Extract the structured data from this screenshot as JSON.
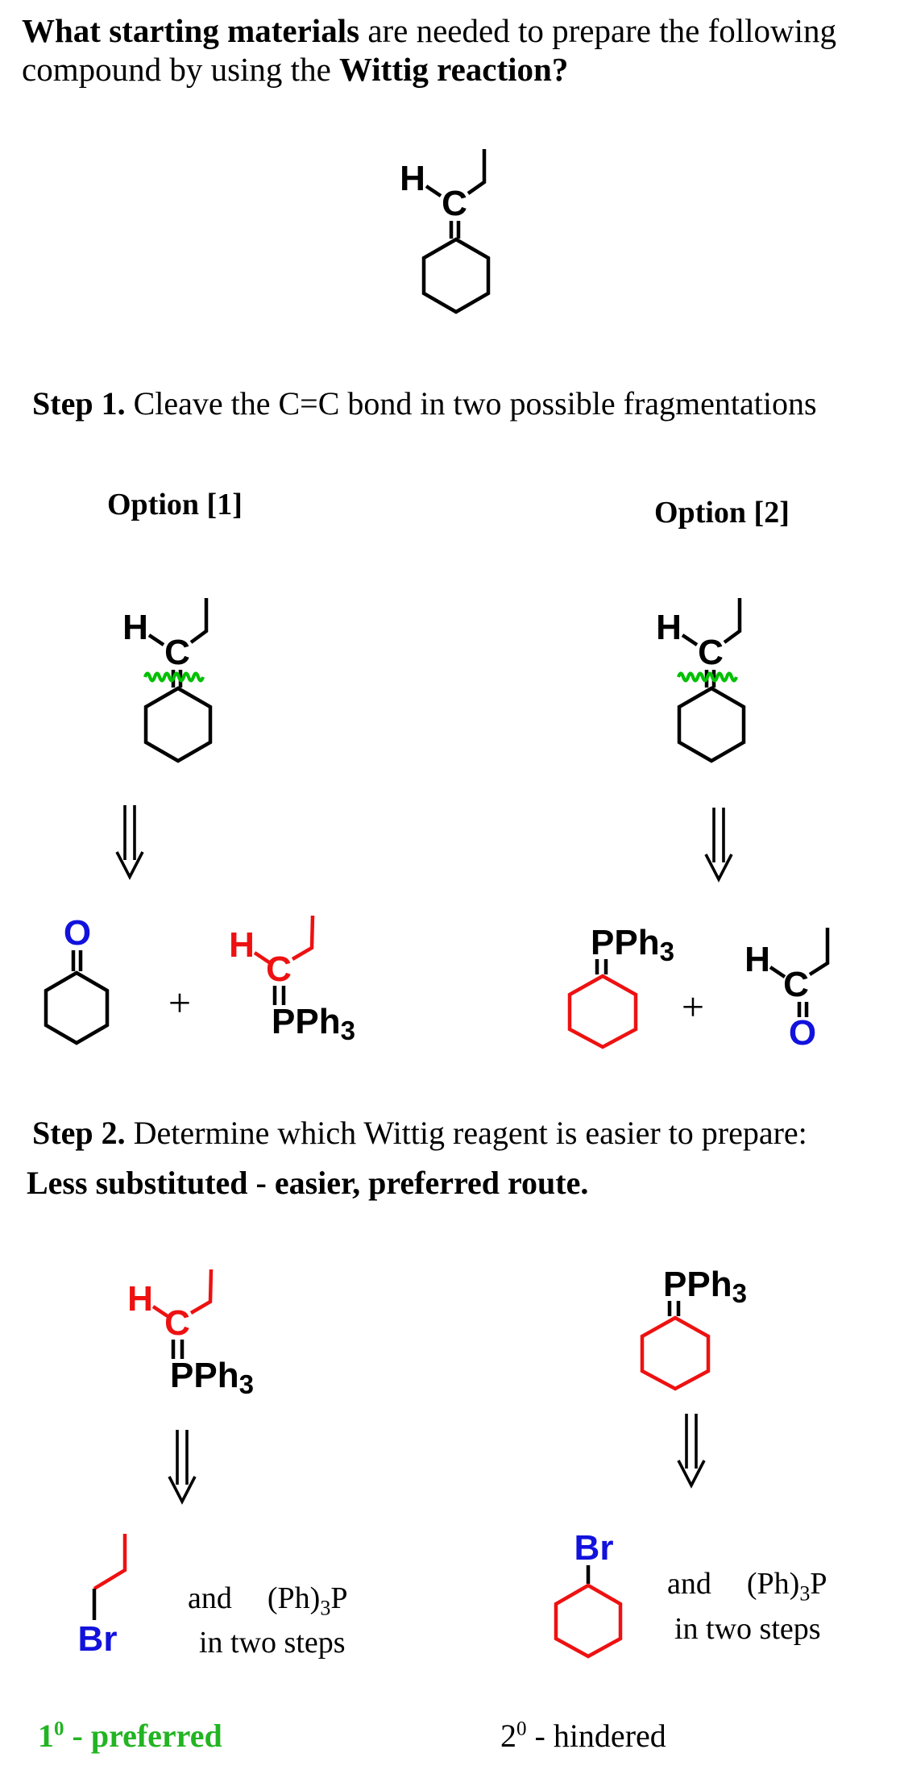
{
  "colors": {
    "bond_black": "#000000",
    "highlight_red": "#ee1111",
    "heteroatom_blue": "#1212dd",
    "cleave_wavy_green": "#00c000",
    "preferred_green": "#22b422"
  },
  "title": {
    "bold_lead": "What starting materials",
    "rest_line1": " are needed to prepare the following",
    "line2_start": "compound by using the ",
    "line2_bold": "Wittig reaction?"
  },
  "step1": {
    "label": "Step 1.",
    "text": " Cleave the C=C bond in two possible fragmentations"
  },
  "option1_label": "Option [1]",
  "option2_label": "Option [2]",
  "plus": "+",
  "step2": {
    "label": "Step 2.",
    "text": " Determine which Wittig reagent is easier to prepare:",
    "rule": "Less substituted - easier, preferred route."
  },
  "atoms": {
    "H": "H",
    "C": "C",
    "O": "O",
    "Br": "Br",
    "PPh": "PPh",
    "sub3": "3"
  },
  "reagents": {
    "and": "and",
    "ph_group": "(Ph)",
    "ph_sub": "3",
    "p": "P",
    "two_steps": "in two steps"
  },
  "verdicts": {
    "preferred": {
      "num": "1",
      "sup": "0",
      "text": " - preferred"
    },
    "hindered": {
      "num": "2",
      "sup": "0",
      "text": " - hindered"
    }
  }
}
